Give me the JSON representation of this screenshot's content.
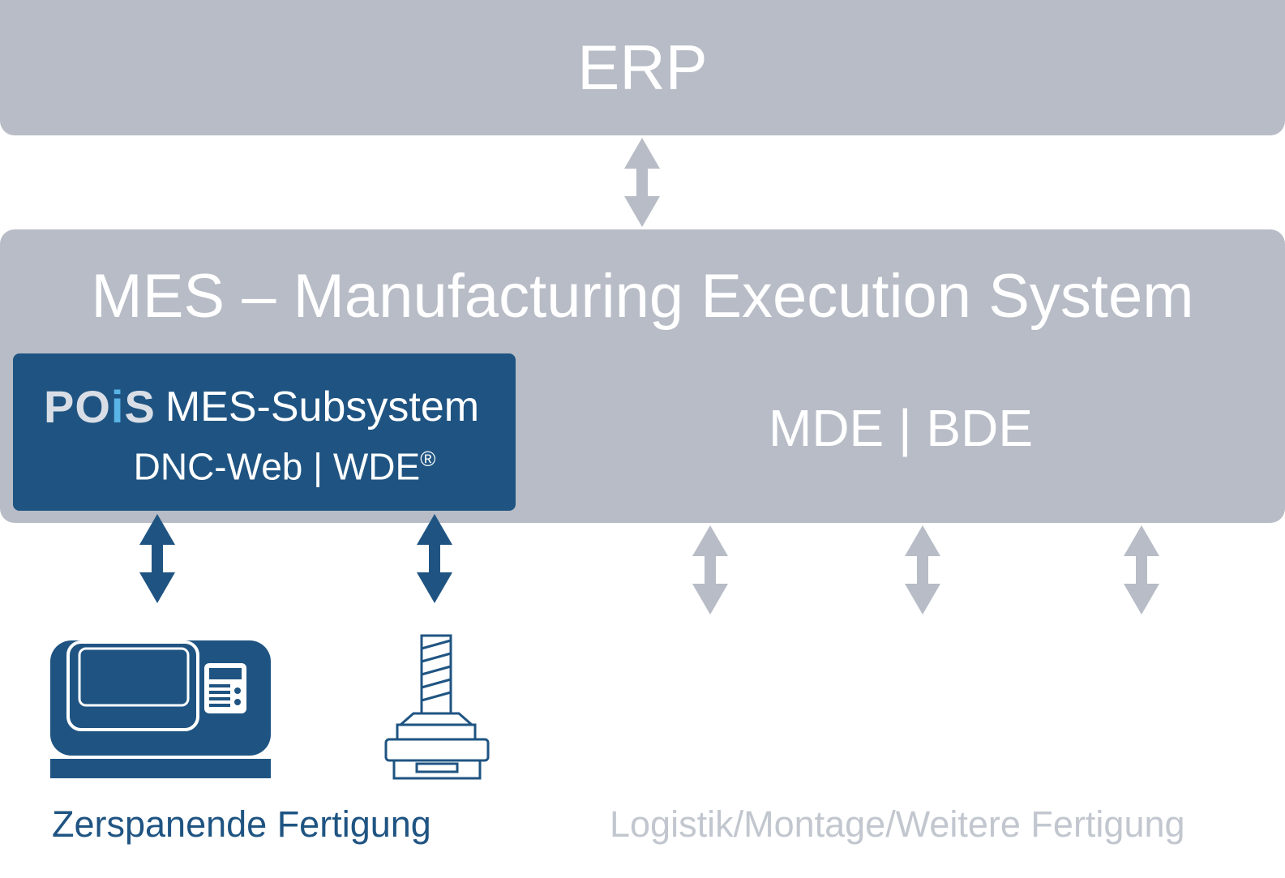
{
  "erp": {
    "label": "ERP"
  },
  "mes": {
    "title": "MES – Manufacturing Execution System",
    "mde_bde": "MDE | BDE"
  },
  "pois": {
    "logo_po": "PO",
    "logo_i": "i",
    "logo_s": "S",
    "subsystem": "MES-Subsystem",
    "line2": "DNC-Web | WDE",
    "registered": "®"
  },
  "bottom": {
    "left_label": "Zerspanende Fertigung",
    "right_label": "Logistik/Montage/Weitere Fertigung"
  },
  "colors": {
    "gray_box": "#b7bcc6",
    "brand_blue": "#1f5482",
    "light_gray_text": "#c2c7cf"
  },
  "icons": {
    "machine": "cnc-machine-icon",
    "tool": "tool-holder-icon"
  }
}
